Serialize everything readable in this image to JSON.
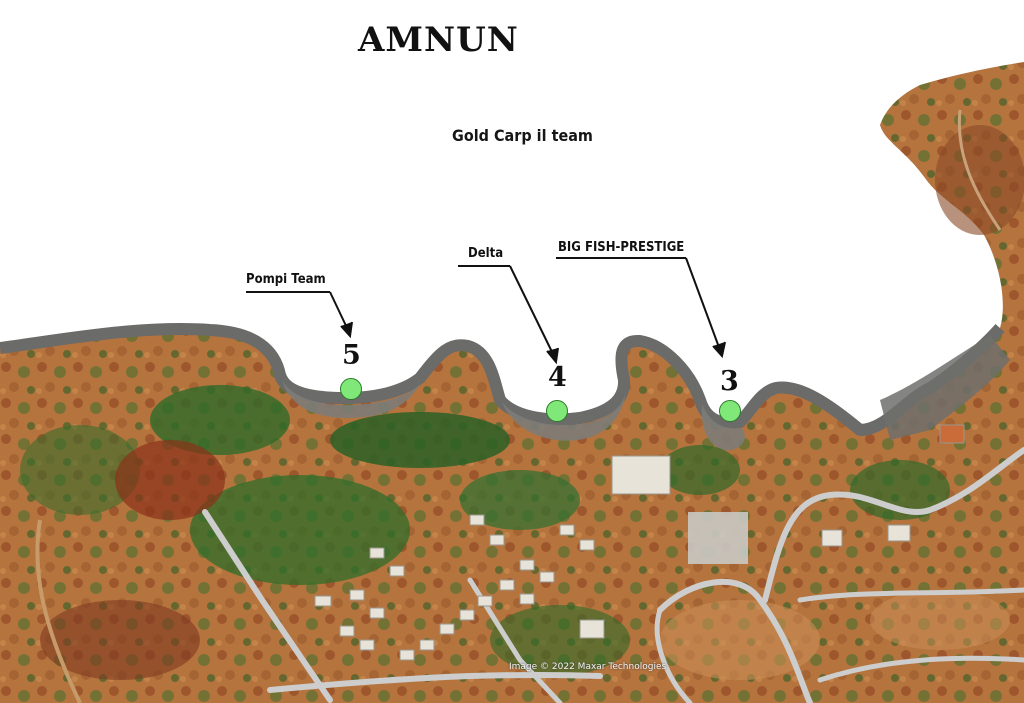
{
  "map": {
    "title": "AMNUN",
    "subtitle": "Gold Carp il team",
    "credit": "Image © 2022 Maxar Technologies",
    "colors": {
      "water": "#ffffff",
      "shore": "#6e6e6c",
      "dry_ground": "#b9773f",
      "red_soil": "#8e3a1e",
      "vegetation": "#2f6e2a",
      "road": "#cfcfcf",
      "spot_marker": "#80e878"
    },
    "spots": [
      {
        "number": "5",
        "team": "Pompi Team"
      },
      {
        "number": "4",
        "team": "Delta"
      },
      {
        "number": "3",
        "team": "BIG FISH-PRESTIGE"
      }
    ]
  }
}
